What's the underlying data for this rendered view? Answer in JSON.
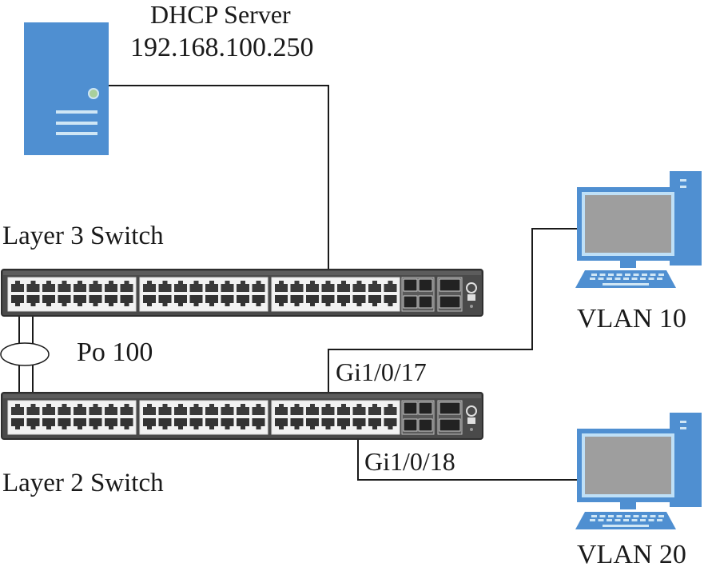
{
  "title": "DHCP network topology",
  "colors": {
    "device_blue": "#4f8fd1",
    "device_light": "#bfe0f7",
    "screen_gray": "#9e9e9e",
    "switch_body": "#4a4a4a",
    "cable": "#1a1a1a"
  },
  "nodes": {
    "dhcp_server": {
      "name": "DHCP Server",
      "ip": "192.168.100.250",
      "icon": "server-icon"
    },
    "l3_switch": {
      "name": "Layer 3 Switch",
      "icon": "switch-icon"
    },
    "l2_switch": {
      "name": "Layer 2 Switch",
      "icon": "switch-icon"
    },
    "pc_vlan10": {
      "name": "VLAN 10",
      "icon": "desktop-pc-icon"
    },
    "pc_vlan20": {
      "name": "VLAN 20",
      "icon": "desktop-pc-icon"
    }
  },
  "links": {
    "port_channel": {
      "label": "Po 100",
      "from": "Layer 3 Switch",
      "to": "Layer 2 Switch",
      "members": 2
    },
    "gi17": {
      "label": "Gi1/0/17",
      "from": "Layer 2 Switch",
      "to": "VLAN 10"
    },
    "gi18": {
      "label": "Gi1/0/18",
      "from": "Layer 2 Switch",
      "to": "VLAN 20"
    },
    "server_uplink": {
      "from": "DHCP Server",
      "to": "Layer 3 Switch"
    }
  }
}
